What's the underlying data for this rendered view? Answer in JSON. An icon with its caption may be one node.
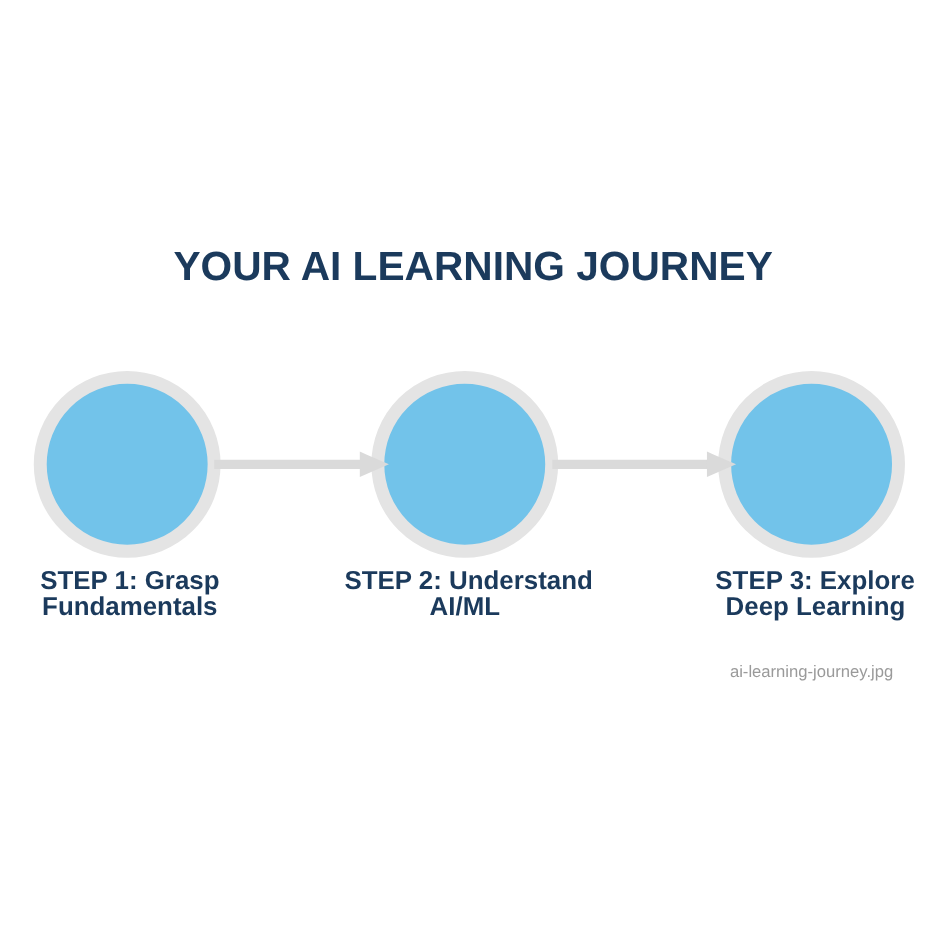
{
  "diagram": {
    "title": "YOUR AI LEARNING JOURNEY",
    "nodes": [
      {
        "text": [
          "STEP 1: Grasp Fundamentals"
        ]
      },
      {
        "text": [
          "STEP 2: Understand AI/ML"
        ]
      },
      {
        "text": [
          "STEP 3: Explore Deep Learning"
        ]
      }
    ],
    "edges": [
      {
        "from": 0,
        "to": 1,
        "arrow": "to"
      },
      {
        "from": 1,
        "to": 2,
        "arrow": "to"
      }
    ],
    "labels": [
      "ai-learning-journey.jpg"
    ]
  }
}
